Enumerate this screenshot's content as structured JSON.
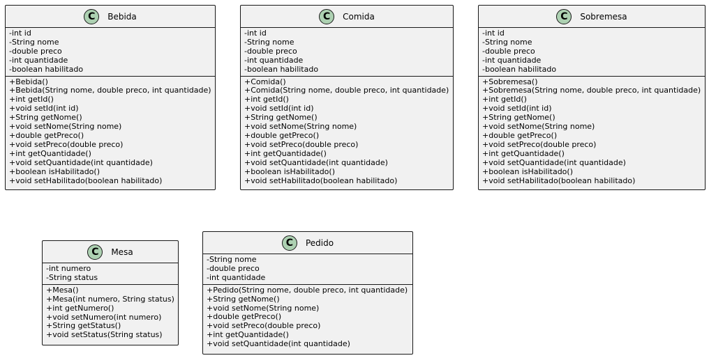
{
  "classes": {
    "bebida": {
      "name": "Bebida",
      "icon": "C",
      "attributes": [
        "-int id",
        "-String nome",
        "-double preco",
        "-int quantidade",
        "-boolean habilitado"
      ],
      "methods": [
        "+Bebida()",
        "+Bebida(String nome, double preco, int quantidade)",
        "+int getId()",
        "+void setId(int id)",
        "+String getNome()",
        "+void setNome(String nome)",
        "+double getPreco()",
        "+void setPreco(double preco)",
        "+int getQuantidade()",
        "+void setQuantidade(int quantidade)",
        "+boolean isHabilitado()",
        "+void setHabilitado(boolean habilitado)"
      ]
    },
    "comida": {
      "name": "Comida",
      "icon": "C",
      "attributes": [
        "-int id",
        "-String nome",
        "-double preco",
        "-int quantidade",
        "-boolean habilitado"
      ],
      "methods": [
        "+Comida()",
        "+Comida(String nome, double preco, int quantidade)",
        "+int getId()",
        "+void setId(int id)",
        "+String getNome()",
        "+void setNome(String nome)",
        "+double getPreco()",
        "+void setPreco(double preco)",
        "+int getQuantidade()",
        "+void setQuantidade(int quantidade)",
        "+boolean isHabilitado()",
        "+void setHabilitado(boolean habilitado)"
      ]
    },
    "sobremesa": {
      "name": "Sobremesa",
      "icon": "C",
      "attributes": [
        "-int id",
        "-String nome",
        "-double preco",
        "-int quantidade",
        "-boolean habilitado"
      ],
      "methods": [
        "+Sobremesa()",
        "+Sobremesa(String nome, double preco, int quantidade)",
        "+int getId()",
        "+void setId(int id)",
        "+String getNome()",
        "+void setNome(String nome)",
        "+double getPreco()",
        "+void setPreco(double preco)",
        "+int getQuantidade()",
        "+void setQuantidade(int quantidade)",
        "+boolean isHabilitado()",
        "+void setHabilitado(boolean habilitado)"
      ]
    },
    "mesa": {
      "name": "Mesa",
      "icon": "C",
      "attributes": [
        "-int numero",
        "-String status"
      ],
      "methods": [
        "+Mesa()",
        "+Mesa(int numero, String status)",
        "+int getNumero()",
        "+void setNumero(int numero)",
        "+String getStatus()",
        "+void setStatus(String status)"
      ]
    },
    "pedido": {
      "name": "Pedido",
      "icon": "C",
      "attributes": [
        "-String nome",
        "-double preco",
        "-int quantidade"
      ],
      "methods": [
        "+Pedido(String nome, double preco, int quantidade)",
        "+String getNome()",
        "+void setNome(String nome)",
        "+double getPreco()",
        "+void setPreco(double preco)",
        "+int getQuantidade()",
        "+void setQuantidade(int quantidade)"
      ]
    }
  },
  "colors": {
    "box_fill": "#f1f1f1",
    "box_border": "#181818",
    "icon_fill": "#add1b2"
  }
}
